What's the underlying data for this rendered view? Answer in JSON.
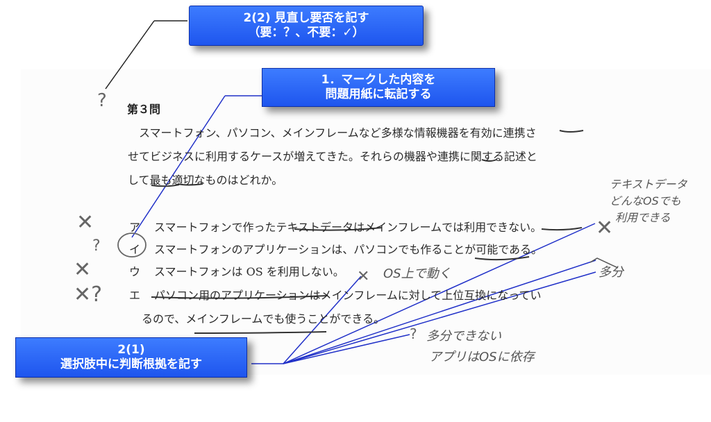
{
  "callouts": {
    "review": {
      "line1": "2(2) 見直し要否を記す",
      "line2": "（要：？、不要：✓）"
    },
    "transcribe": {
      "line1": "1．マークした内容を",
      "line2": "問題用紙に転記する"
    },
    "reasoning": {
      "line1": "2(1)",
      "line2": "選択肢中に判断根拠を記す"
    }
  },
  "question": {
    "title": "第３問",
    "stem": [
      "スマートフォン、パソコン、メインフレームなど多様な情報機器を有効に連携さ",
      "せてビジネスに利用するケースが増えてきた。それらの機器や連携に関する記述と",
      "して最も適切なものはどれか。"
    ],
    "options": [
      {
        "label": "ア",
        "text": "スマートフォンで作ったテキストデータはメインフレームでは利用できない。"
      },
      {
        "label": "イ",
        "text": "スマートフォンのアプリケーションは、パソコンでも作ることが可能である。"
      },
      {
        "label": "ウ",
        "text": "スマートフォンは OS を利用しない。"
      },
      {
        "label": "エ",
        "text": "パソコン用のアプリケーションはメインフレームに対して上位互換になってい"
      }
    ],
    "option_continuation": "るので、メインフレームでも使うことができる。"
  },
  "handwriting": {
    "note_text_data_1": "テキストデータ",
    "note_text_data_2": "どんなOSでも",
    "note_text_data_3": "利用できる",
    "note_maybe": "多分",
    "note_os": "OS上で動く",
    "note_probably_not_1": "多分できない",
    "note_probably_not_2": "アプリはOSに依存",
    "question_mark": "?",
    "cross_mark": "✕",
    "cross_question": "✕?"
  },
  "colors": {
    "callout_blue": "#2a66f5",
    "callout_line": "#2030c8",
    "pencil": "#555555"
  }
}
